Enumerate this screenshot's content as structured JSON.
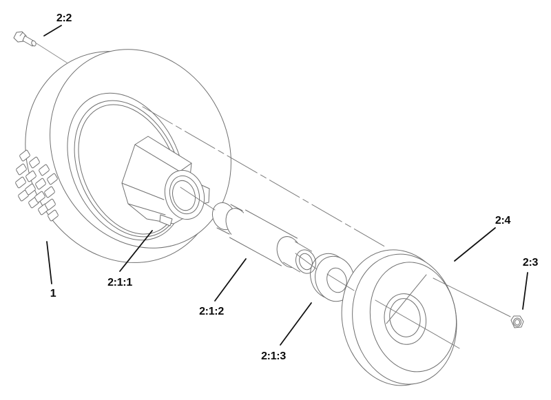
{
  "diagram": {
    "kind": "exploded-parts-diagram",
    "background_color": "#ffffff",
    "line_color": "#6f6f6f",
    "leader_color": "#111111",
    "label_color": "#0a0a0a",
    "callouts": [
      {
        "part": "tire",
        "label": "1"
      },
      {
        "part": "hub",
        "label": "2:1:1"
      },
      {
        "part": "spacer-bushing",
        "label": "2:1:2"
      },
      {
        "part": "washer",
        "label": "2:1:3"
      },
      {
        "part": "bolt",
        "label": "2:2"
      },
      {
        "part": "nut",
        "label": "2:3"
      },
      {
        "part": "rim-half",
        "label": "2:4"
      }
    ]
  }
}
